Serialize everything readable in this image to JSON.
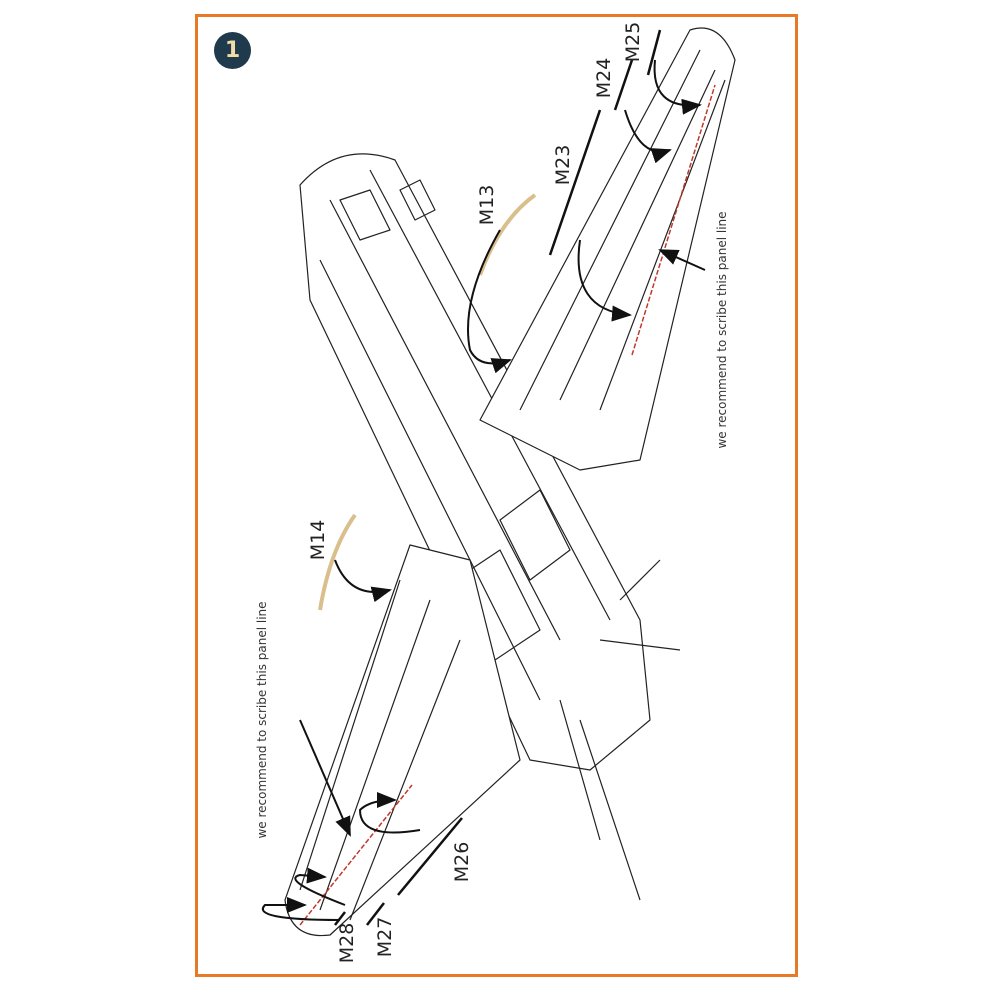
{
  "step": {
    "number": "1"
  },
  "notes": {
    "right_wing": "we recommend to scribe this panel line",
    "left_wing": "we recommend to scribe this panel line"
  },
  "parts": {
    "m13": "M13",
    "m14": "M14",
    "m23": "M23",
    "m24": "M24",
    "m25": "M25",
    "m26": "M26",
    "m27": "M27",
    "m28": "M28"
  },
  "colors": {
    "frame": "#e87a25",
    "step_badge": "#1f3a4d",
    "step_text": "#f1dca6",
    "scribe_line": "#c0392b",
    "clear_part": "#d9bf8c"
  }
}
